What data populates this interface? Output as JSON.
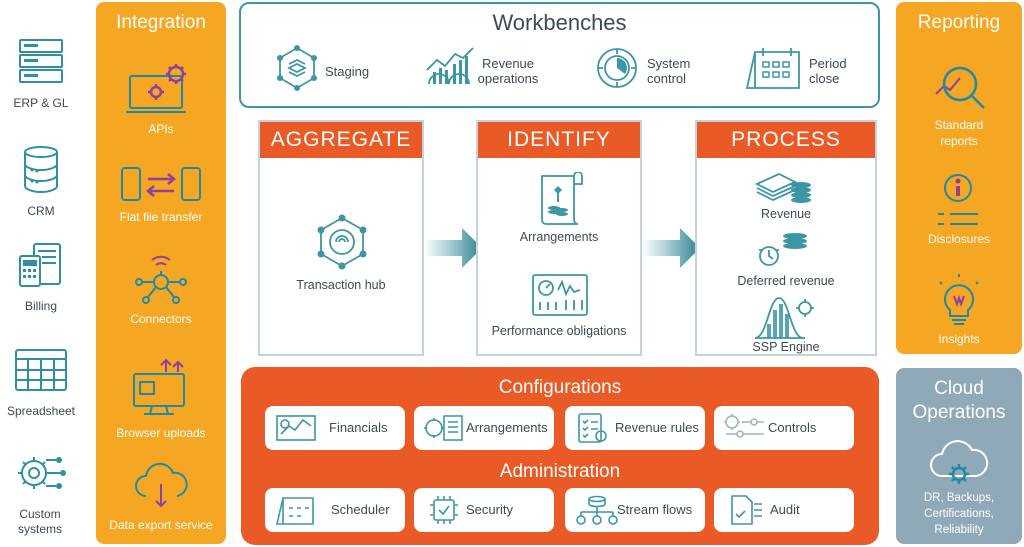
{
  "sources": [
    {
      "label": "ERP & GL",
      "icon": "server-icon"
    },
    {
      "label": "CRM",
      "icon": "database-icon"
    },
    {
      "label": "Billing",
      "icon": "billing-icon"
    },
    {
      "label": "Spreadsheet",
      "icon": "spreadsheet-icon"
    },
    {
      "label": "Custom systems",
      "icon": "custom-systems-icon"
    }
  ],
  "integration": {
    "title": "Integration",
    "items": [
      {
        "label": "APIs",
        "icon": "api-laptop-icon"
      },
      {
        "label": "Flat file transfer",
        "icon": "file-transfer-icon"
      },
      {
        "label": "Connectors",
        "icon": "connectors-icon"
      },
      {
        "label": "Browser uploads",
        "icon": "browser-upload-icon"
      },
      {
        "label": "Data export service",
        "icon": "cloud-export-icon"
      }
    ]
  },
  "workbenches": {
    "title": "Workbenches",
    "items": [
      {
        "label1": "Staging",
        "label2": "",
        "icon": "staging-icon"
      },
      {
        "label1": "Revenue",
        "label2": "operations",
        "icon": "revenue-operations-icon"
      },
      {
        "label1": "System",
        "label2": "control",
        "icon": "system-control-icon"
      },
      {
        "label1": "Period",
        "label2": "close",
        "icon": "calendar-icon"
      }
    ]
  },
  "stages": {
    "aggregate": {
      "title": "AGGREGATE",
      "items": [
        "Transaction hub"
      ]
    },
    "identify": {
      "title": "IDENTIFY",
      "items": [
        "Arrangements",
        "Performance obligations"
      ]
    },
    "process": {
      "title": "PROCESS",
      "items": [
        "Revenue",
        "Deferred revenue",
        "SSP Engine"
      ]
    }
  },
  "configurations": {
    "title": "Configurations",
    "items": [
      "Financials",
      "Arrangements",
      "Revenue rules",
      "Controls"
    ]
  },
  "administration": {
    "title": "Administration",
    "items": [
      "Scheduler",
      "Security",
      "Stream flows",
      "Audit"
    ]
  },
  "reporting": {
    "title": "Reporting",
    "items": [
      {
        "label1": "Standard",
        "label2": "reports",
        "icon": "magnifier-chart-icon"
      },
      {
        "label1": "Disclosures",
        "label2": "",
        "icon": "disclosure-icon"
      },
      {
        "label1": "Insights",
        "label2": "",
        "icon": "lightbulb-icon"
      }
    ]
  },
  "cloud": {
    "title1": "Cloud",
    "title2": "Operations",
    "lines": [
      "DR, Backups,",
      "Certifications,",
      "Reliability"
    ],
    "icon": "cloud-gear-icon"
  },
  "colors": {
    "orange_panel": "#f5a623",
    "accent_red": "#ea5a27",
    "teal": "#3d96a6",
    "cloud_panel": "#8fa9b8"
  }
}
